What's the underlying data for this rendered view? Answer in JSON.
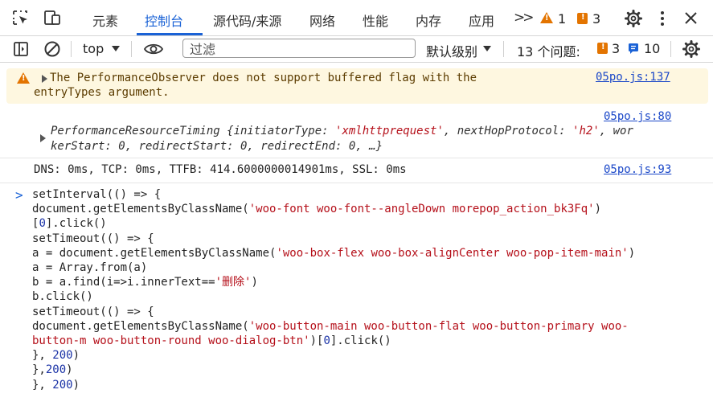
{
  "tabs": {
    "elements": "元素",
    "console": "控制台",
    "sources": "源代码/来源",
    "network": "网络",
    "performance": "性能",
    "memory": "内存",
    "application": "应用",
    "more": ">>",
    "warning_count": "1",
    "issue_count": "3"
  },
  "toolbar": {
    "context": "top",
    "filter_placeholder": "过滤",
    "level": "默认级别",
    "issues_label": "13 个问题:",
    "issues_warn": "3",
    "issues_info": "10"
  },
  "console": {
    "warning": {
      "text": "The PerformanceObserver does not support buffered flag with the entryTypes argument.",
      "source": "05po.js:137"
    },
    "object_log": {
      "source": "05po.js:80",
      "line1_a": "PerformanceResourceTiming {initiatorType: ",
      "line1_b": "'xmlhttprequest'",
      "line1_c": ", nextHopProtocol: ",
      "line1_d": "'h2'",
      "line1_e": ", wor",
      "line2": "kerStart: 0, redirectStart: 0, redirectEnd: 0, …}"
    },
    "timing_log": {
      "text": "DNS: 0ms, TCP: 0ms, TTFB: 414.6000000014901ms, SSL: 0ms",
      "source": "05po.js:93"
    },
    "prompt": ">",
    "code": {
      "l1": "setInterval(() => {",
      "l2a": "document.getElementsByClassName(",
      "l2b": "'woo-font woo-font--angleDown morepop_action_bk3Fq'",
      "l2c": ")",
      "l3a": "[",
      "l3b": "0",
      "l3c": "].click()",
      "l4": "setTimeout(() => {",
      "l5a": "a = document.getElementsByClassName(",
      "l5b": "'woo-box-flex woo-box-alignCenter woo-pop-item-main'",
      "l5c": ")",
      "l6": "a = Array.from(a)",
      "l7a": "b = a.find(i=>i.innerText==",
      "l7b": "'删除'",
      "l7c": ")",
      "l8": "b.click()",
      "l9": "setTimeout(() => {",
      "l10a": "document.getElementsByClassName(",
      "l10b": "'woo-button-main woo-button-flat woo-button-primary woo-",
      "l11a": "button-m woo-button-round woo-dialog-btn'",
      "l11b": ")[",
      "l11c": "0",
      "l11d": "].click()",
      "l12a": "}, ",
      "l12b": "200",
      "l12c": ")",
      "l13a": "},",
      "l13b": "200",
      "l13c": ")",
      "l14a": "}, ",
      "l14b": "200",
      "l14c": ")"
    }
  }
}
